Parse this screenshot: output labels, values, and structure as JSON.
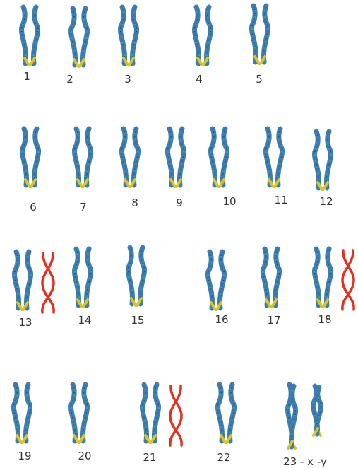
{
  "colors": {
    "chromatid_outline": "#3f7fa6",
    "chromatid_band_blue": "#3f6fc2",
    "chromatid_band_teal": "#2aa6a6",
    "chromatid_band_dark": "#223e6e",
    "chromatid_tip_yellow": "#d9c42b",
    "extra_chromosome": "#e53020",
    "label_text": "#333333"
  },
  "chromosomes": [
    {
      "label": "1",
      "extra": false
    },
    {
      "label": "2",
      "extra": false
    },
    {
      "label": "3",
      "extra": false
    },
    {
      "label": "4",
      "extra": false
    },
    {
      "label": "5",
      "extra": false
    },
    {
      "label": "6",
      "extra": false
    },
    {
      "label": "7",
      "extra": false
    },
    {
      "label": "8",
      "extra": false
    },
    {
      "label": "9",
      "extra": false
    },
    {
      "label": "10",
      "extra": false
    },
    {
      "label": "11",
      "extra": false
    },
    {
      "label": "12",
      "extra": false
    },
    {
      "label": "13",
      "extra": true
    },
    {
      "label": "14",
      "extra": false
    },
    {
      "label": "15",
      "extra": false
    },
    {
      "label": "16",
      "extra": false
    },
    {
      "label": "17",
      "extra": false
    },
    {
      "label": "18",
      "extra": true
    },
    {
      "label": "19",
      "extra": false
    },
    {
      "label": "20",
      "extra": false
    },
    {
      "label": "21",
      "extra": true
    },
    {
      "label": "22",
      "extra": false
    },
    {
      "label": "23 - x -y",
      "extra": false
    }
  ]
}
